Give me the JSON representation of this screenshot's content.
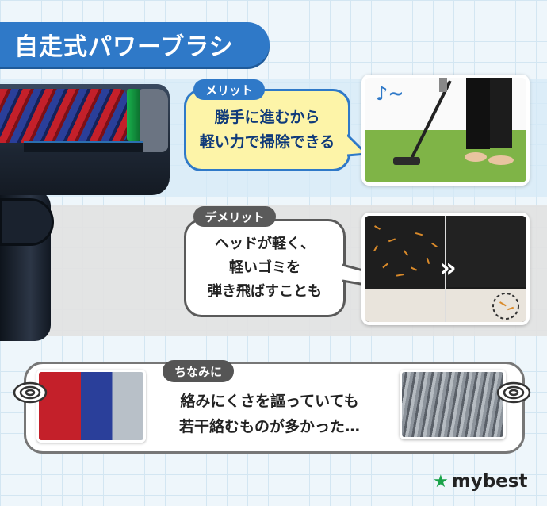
{
  "title": "自走式パワーブラシ",
  "merit": {
    "tag": "メリット",
    "lines": [
      "勝手に進むから",
      "軽い力で掃除できる"
    ]
  },
  "demerit": {
    "tag": "デメリット",
    "lines": [
      "ヘッドが軽く、",
      "軽いゴミを",
      "弾き飛ばすことも"
    ]
  },
  "note": {
    "tag": "ちなみに",
    "lines": [
      "絡みにくさを謳っていても",
      "若干絡むものが多かった…"
    ]
  },
  "icons": {
    "music": "♪~",
    "arrows": "»"
  },
  "logo": {
    "star": "★",
    "text": "mybest"
  },
  "colors": {
    "accent_blue": "#2f79c8",
    "merit_bubble": "#fdf4a8",
    "demerit_gray": "#5a5a5a",
    "logo_green": "#1aa34a"
  }
}
